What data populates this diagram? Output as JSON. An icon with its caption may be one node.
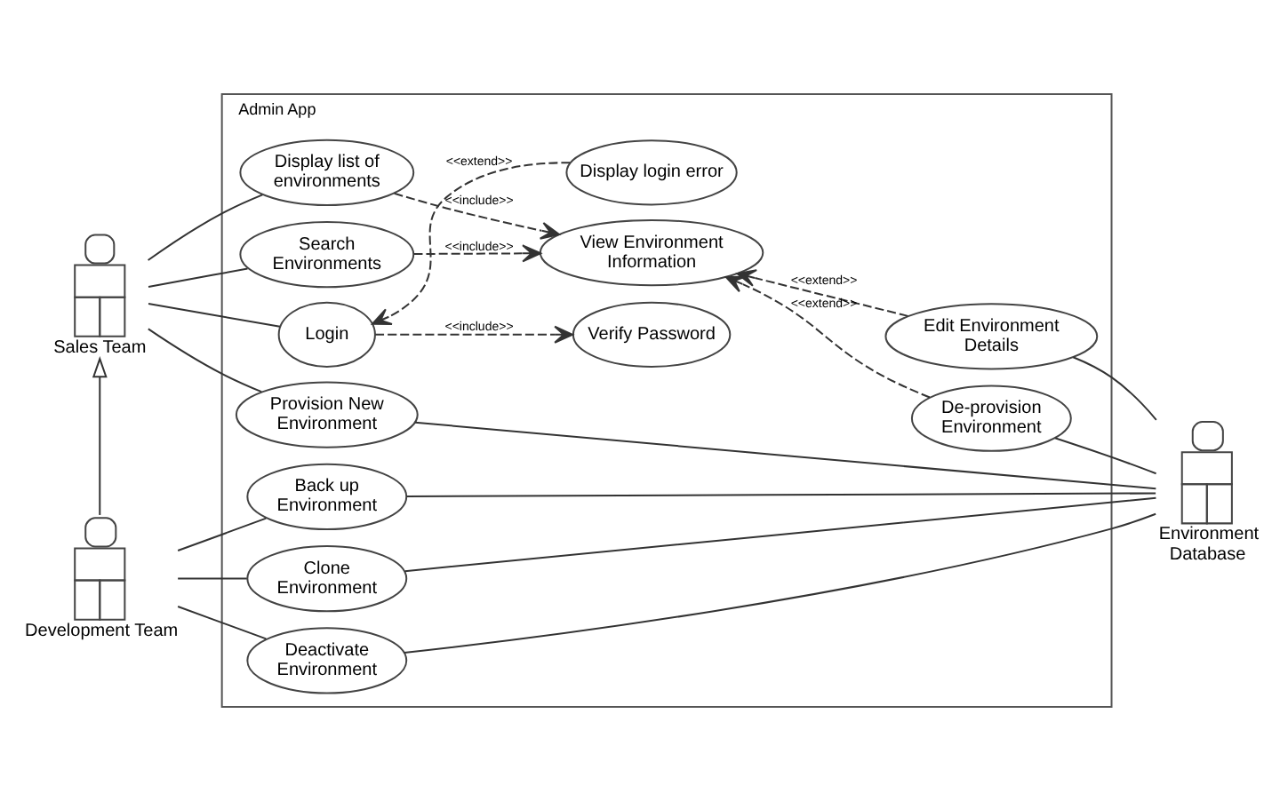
{
  "diagram": {
    "nodes": [
      {
        "text": [
          "Admin App"
        ]
      },
      {
        "text": [
          "Sales Team"
        ]
      },
      {
        "text": [
          "Development Team"
        ]
      },
      {
        "text": [
          "Environment Database"
        ]
      },
      {
        "text": [
          "Login"
        ],
        "in": 0
      },
      {
        "text": [
          "Verify Password"
        ],
        "in": 0
      },
      {
        "text": [
          "Display login error"
        ],
        "in": 0
      },
      {
        "text": [
          "Provision New Environment"
        ],
        "in": 0
      },
      {
        "text": [
          "Display list of environments"
        ],
        "in": 0
      },
      {
        "text": [
          "Search Environments"
        ],
        "in": 0
      },
      {
        "text": [
          "View Environment Information"
        ],
        "in": 0
      },
      {
        "text": [
          "Edit Environment Details"
        ],
        "in": 0
      },
      {
        "text": [
          "De-provision Environment"
        ],
        "in": 0
      },
      {
        "text": [
          "Clone Environment"
        ],
        "in": 0
      },
      {
        "text": [
          "Deactivate Environment"
        ],
        "in": 0
      },
      {
        "text": [
          "Back up Environment"
        ],
        "in": 0
      }
    ],
    "edges": [
      {
        "from": 2,
        "to": 1,
        "arrow": "to"
      },
      {
        "from": 1,
        "to": 4,
        "arrow": "none"
      },
      {
        "from": 1,
        "to": 7,
        "arrow": "none"
      },
      {
        "from": 1,
        "to": 8,
        "arrow": "none"
      },
      {
        "from": 1,
        "to": 9,
        "arrow": "none"
      },
      {
        "from": 4,
        "to": 5,
        "arrow": "to",
        "label": "<<include>>",
        "style": "dashed"
      },
      {
        "from": 6,
        "to": 4,
        "arrow": "to",
        "label": "<<extend>>",
        "style": "dashed"
      },
      {
        "from": 8,
        "to": 10,
        "arrow": "to",
        "label": "<<include>>",
        "style": "dashed"
      },
      {
        "from": 9,
        "to": 10,
        "arrow": "to",
        "label": "<<include>>",
        "style": "dashed"
      },
      {
        "from": 12,
        "to": 10,
        "arrow": "to",
        "label": "<<extend>>",
        "style": "dashed"
      },
      {
        "from": 11,
        "to": 10,
        "arrow": "to",
        "label": "<<extend>>",
        "style": "dashed"
      },
      {
        "from": 7,
        "to": 3,
        "arrow": "none"
      },
      {
        "from": 11,
        "to": 3,
        "arrow": "none"
      },
      {
        "from": 12,
        "to": 3,
        "arrow": "none"
      },
      {
        "from": 2,
        "to": 13,
        "arrow": "none"
      },
      {
        "from": 2,
        "to": 14,
        "arrow": "none"
      },
      {
        "from": 2,
        "to": 15,
        "arrow": "none"
      },
      {
        "from": 13,
        "to": 3,
        "arrow": "none"
      },
      {
        "from": 14,
        "to": 3,
        "arrow": "none"
      },
      {
        "from": 15,
        "to": 3,
        "arrow": "none"
      }
    ]
  }
}
